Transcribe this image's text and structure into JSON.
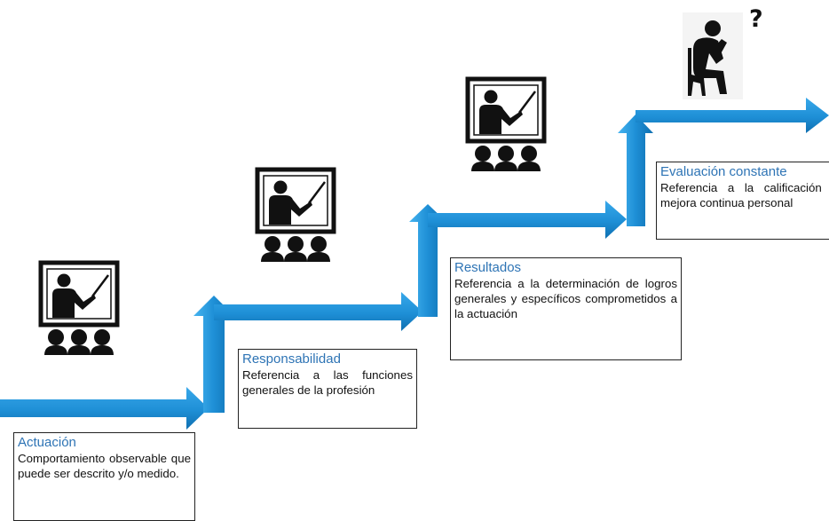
{
  "steps": [
    {
      "title": "Actuación",
      "description": "Comportamiento observable que puede ser descrito y/o medido."
    },
    {
      "title": "Responsabilidad",
      "description": "Referencia a las funciones generales de la profesión"
    },
    {
      "title": "Resultados",
      "description": "Referencia a la determinación de logros generales y específicos comprometidos a la actuación"
    },
    {
      "title": "Evaluación constante",
      "description": "Referencia a la calificación y mejora continua personal"
    }
  ],
  "icons": [
    "teacher-presentation-icon",
    "teacher-presentation-icon",
    "teacher-presentation-icon",
    "thinking-person-icon"
  ],
  "question_mark": "?",
  "colors": {
    "arrow": "#1e8fd6",
    "arrow_dark": "#0f6fb0",
    "title_text": "#2e74b5",
    "icon": "#111111"
  }
}
